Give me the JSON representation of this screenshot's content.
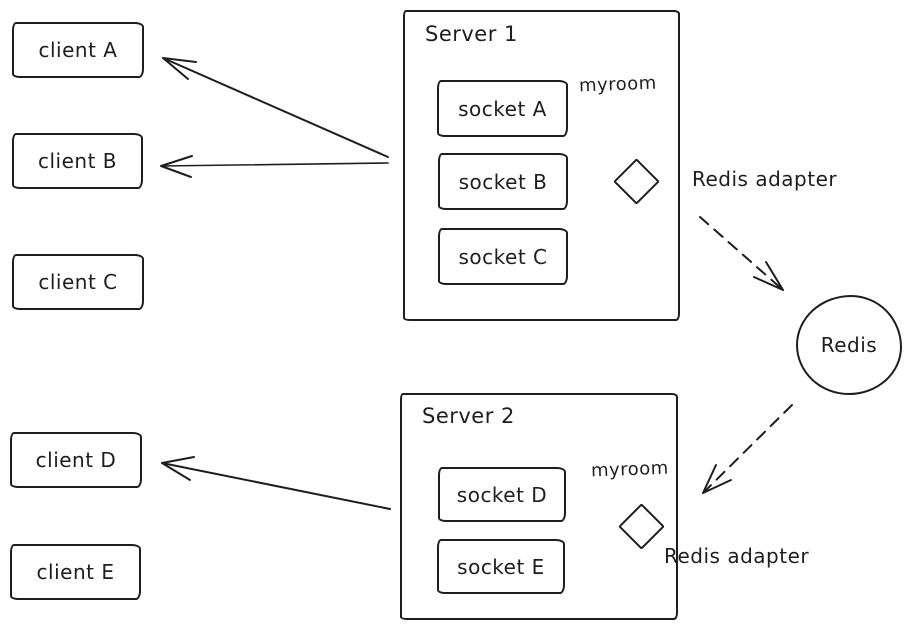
{
  "colors": {
    "stroke": "#1e1e1e",
    "background": "#ffffff"
  },
  "clients": [
    {
      "label": "client A"
    },
    {
      "label": "client B"
    },
    {
      "label": "client C"
    },
    {
      "label": "client D"
    },
    {
      "label": "client E"
    }
  ],
  "server1": {
    "label": "Server 1",
    "room": "myroom",
    "sockets": [
      {
        "label": "socket A"
      },
      {
        "label": "socket B"
      },
      {
        "label": "socket C"
      }
    ],
    "adapter": "Redis adapter"
  },
  "server2": {
    "label": "Server 2",
    "room": "myroom",
    "sockets": [
      {
        "label": "socket D"
      },
      {
        "label": "socket E"
      }
    ],
    "adapter": "Redis adapter"
  },
  "redis": {
    "label": "Redis"
  }
}
